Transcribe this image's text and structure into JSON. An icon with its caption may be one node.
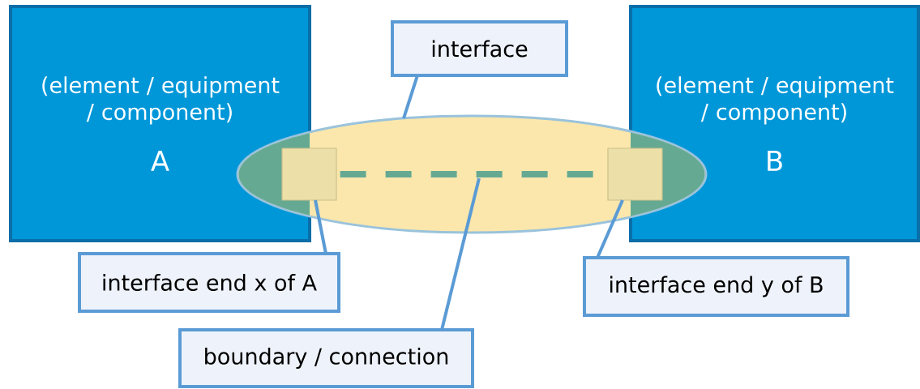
{
  "diagram": {
    "nodes": [
      {
        "text": [
          "(element / equipment / component)",
          "A"
        ]
      },
      {
        "text": [
          "(element / equipment / component)",
          "B"
        ]
      },
      {
        "text": [],
        "shape": "ellipse"
      },
      {
        "text": [],
        "shape": "box",
        "in": 2
      },
      {
        "text": [],
        "shape": "box",
        "in": 2
      },
      {
        "text": [
          "interface"
        ]
      },
      {
        "text": [
          "interface end x of A"
        ]
      },
      {
        "text": [
          "interface end y of B"
        ]
      },
      {
        "text": [
          "boundary / connection"
        ]
      }
    ],
    "edges": [
      {
        "from": 3,
        "to": 4,
        "arrow": "none",
        "style": "dashed",
        "color": "#65a992"
      },
      {
        "from": 5,
        "to": 2,
        "arrow": "none"
      },
      {
        "from": 6,
        "to": 3,
        "arrow": "none"
      },
      {
        "from": 7,
        "to": 4,
        "arrow": "none"
      },
      {
        "from": 8,
        "to": 2,
        "arrow": "none"
      }
    ]
  }
}
